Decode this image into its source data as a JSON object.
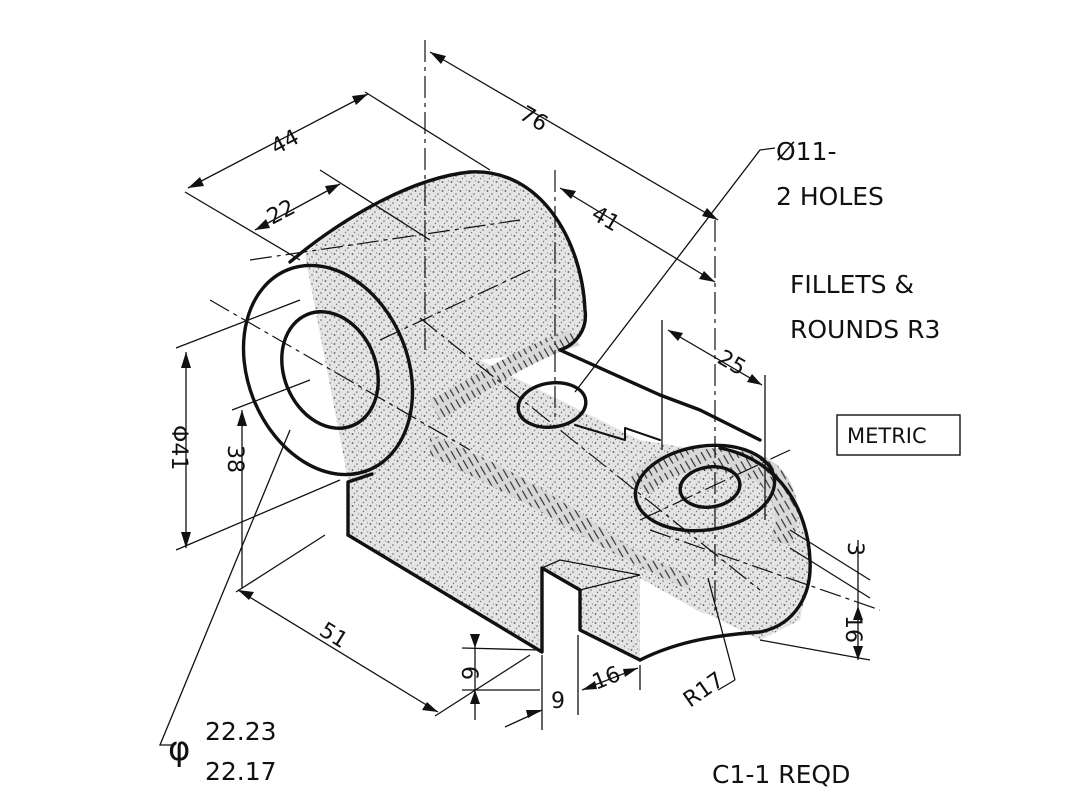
{
  "dimensions": {
    "d76": "76",
    "d44": "44",
    "d22": "22",
    "d41": "41",
    "d25": "25",
    "dia41": "Φ41",
    "d38": "38",
    "d51": "51",
    "d6": "6",
    "d9": "9",
    "d16a": "16",
    "d16b": "16",
    "d3": "3",
    "r17": "R17"
  },
  "notes": {
    "holes_line1": "Ø11-",
    "holes_line2": "2 HOLES",
    "fillets_line1": "FILLETS &",
    "fillets_line2": "ROUNDS R3",
    "metric": "METRIC",
    "bore_symbol": "φ",
    "bore_upper": "22.23",
    "bore_lower": "22.17",
    "part_id": "C1-1 REQD"
  },
  "colors": {
    "ink": "#111111",
    "shade": "#cfcfcf",
    "paper": "#ffffff"
  }
}
